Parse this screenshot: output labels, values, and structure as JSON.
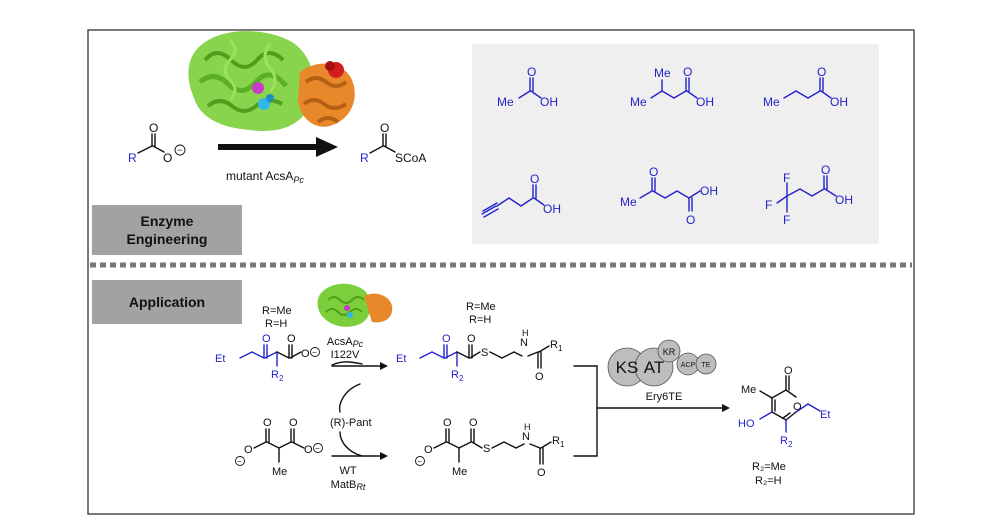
{
  "labels": {
    "enzyme_engineering_1": "Enzyme",
    "enzyme_engineering_2": "Engineering",
    "application": "Application"
  },
  "top_reaction": {
    "arrow_label_main": "mutant AcsA",
    "arrow_label_sub": "Pc",
    "substrate": {
      "R": "R",
      "O": "O",
      "charge": "−"
    },
    "product": {
      "R": "R",
      "O": "O",
      "SCoA": "SCoA"
    }
  },
  "substrates_panel": {
    "acetic": {
      "Me": "Me",
      "OH": "OH",
      "O": "O"
    },
    "isovaleric": {
      "Me_top": "Me",
      "Me_left": "Me",
      "OH": "OH",
      "O": "O"
    },
    "butyric": {
      "Me": "Me",
      "OH": "OH",
      "O": "O"
    },
    "pentynoic": {
      "OH": "OH",
      "O": "O"
    },
    "levulinic": {
      "Me": "Me",
      "O_keto": "O",
      "OH": "OH",
      "O": "O"
    },
    "trifluoro": {
      "F1": "F",
      "F2": "F",
      "F3": "F",
      "OH": "OH",
      "O": "O"
    }
  },
  "application": {
    "r_options_left": [
      "R=Me",
      "R=H"
    ],
    "r_options_mid": [
      "R=Me",
      "R=H"
    ],
    "enzyme_top": "AcsA",
    "enzyme_top_sub": "Pc",
    "enzyme_top_mut": "I122V",
    "cofactor": "(R)-Pant",
    "enzyme_bottom": "WT",
    "enzyme_bottom_name": "MatB",
    "enzyme_bottom_sub": "Rt",
    "pks_name": "Ery6TE",
    "modules": [
      "KS",
      "AT",
      "KR",
      "ACP",
      "TE"
    ],
    "product_options": [
      "R₂=Me",
      "R₂=H"
    ],
    "atoms": {
      "Et": "Et",
      "O": "O",
      "R2": "R",
      "R2sub": "2",
      "S": "S",
      "N": "N",
      "H": "H",
      "R1": "R",
      "R1sub": "1",
      "Me": "Me",
      "Et2": "Et",
      "HO": "HO",
      "charge": "−"
    }
  }
}
